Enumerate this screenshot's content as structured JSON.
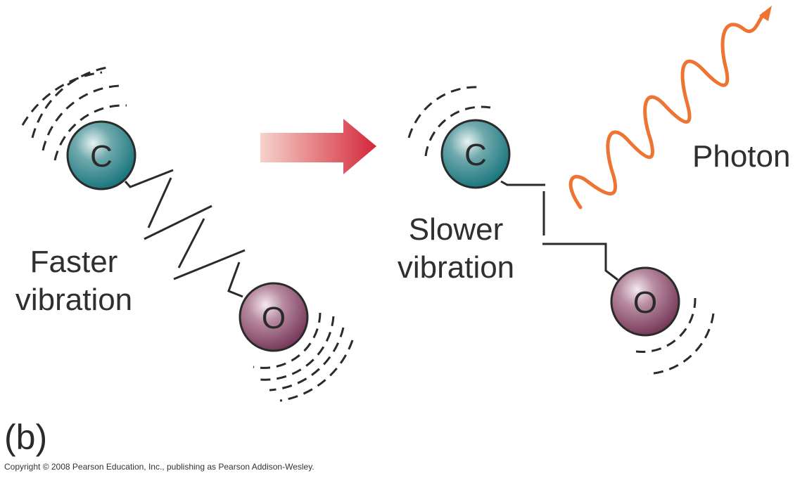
{
  "before": {
    "label_line1": "Faster",
    "label_line2": "vibration",
    "atom_carbon": "C",
    "atom_oxygen": "O",
    "bond_style": "zigzag-spring"
  },
  "transition_arrow": {
    "icon": "gradient-right-arrow-icon",
    "color_start": "#f4c9c0",
    "color_end": "#d42a3a"
  },
  "after": {
    "label_line1": "Slower",
    "label_line2": "vibration",
    "atom_carbon": "C",
    "atom_oxygen": "O",
    "bond_style": "stepped-spring"
  },
  "photon": {
    "label": "Photon",
    "color": "#ee7433"
  },
  "colors": {
    "carbon": "#1f7f86",
    "oxygen": "#8a4a68",
    "line": "#2b2b2b"
  },
  "panel_label": "(b)",
  "copyright": "Copyright © 2008 Pearson Education, Inc., publishing as Pearson Addison-Wesley."
}
